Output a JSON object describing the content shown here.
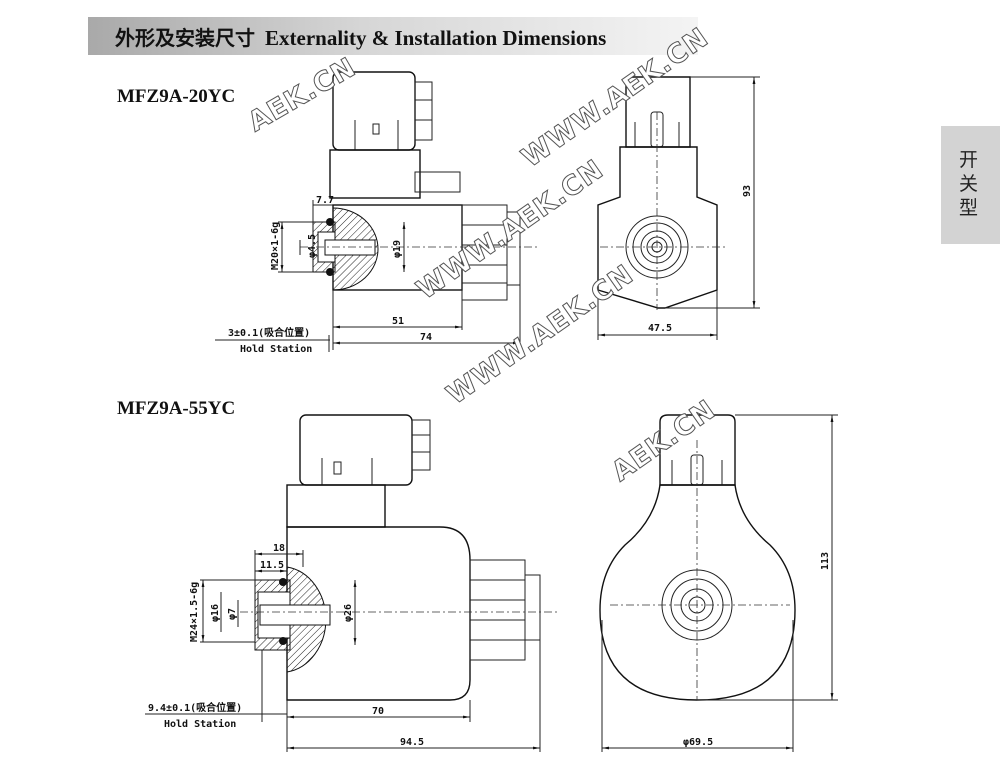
{
  "header": {
    "title_cn": "外形及安装尺寸",
    "title_en": "Externality & Installation Dimensions"
  },
  "side_tab": {
    "label": "开关型"
  },
  "models": [
    {
      "name": "MFZ9A-20YC",
      "dims": {
        "d1": "7.7",
        "thread": "M20×1-6g",
        "bore": "φ4.5",
        "dia": "φ19",
        "len1": "51",
        "len2": "74",
        "height": "93",
        "width": "47.5"
      },
      "hold": {
        "value": "3±0.1(吸合位置)",
        "label": "Hold Station"
      }
    },
    {
      "name": "MFZ9A-55YC",
      "dims": {
        "d1": "18",
        "d2": "11.5",
        "thread": "M24×1.5-6g",
        "bore1": "φ16",
        "bore2": "φ7",
        "dia": "φ26",
        "len1": "70",
        "len2": "94.5",
        "height": "113",
        "width": "φ69.5"
      },
      "hold": {
        "value": "9.4±0.1(吸合位置)",
        "label": "Hold Station"
      }
    }
  ],
  "watermark": "WWW.AEK.CN",
  "watermark_short": "AEK.CN"
}
